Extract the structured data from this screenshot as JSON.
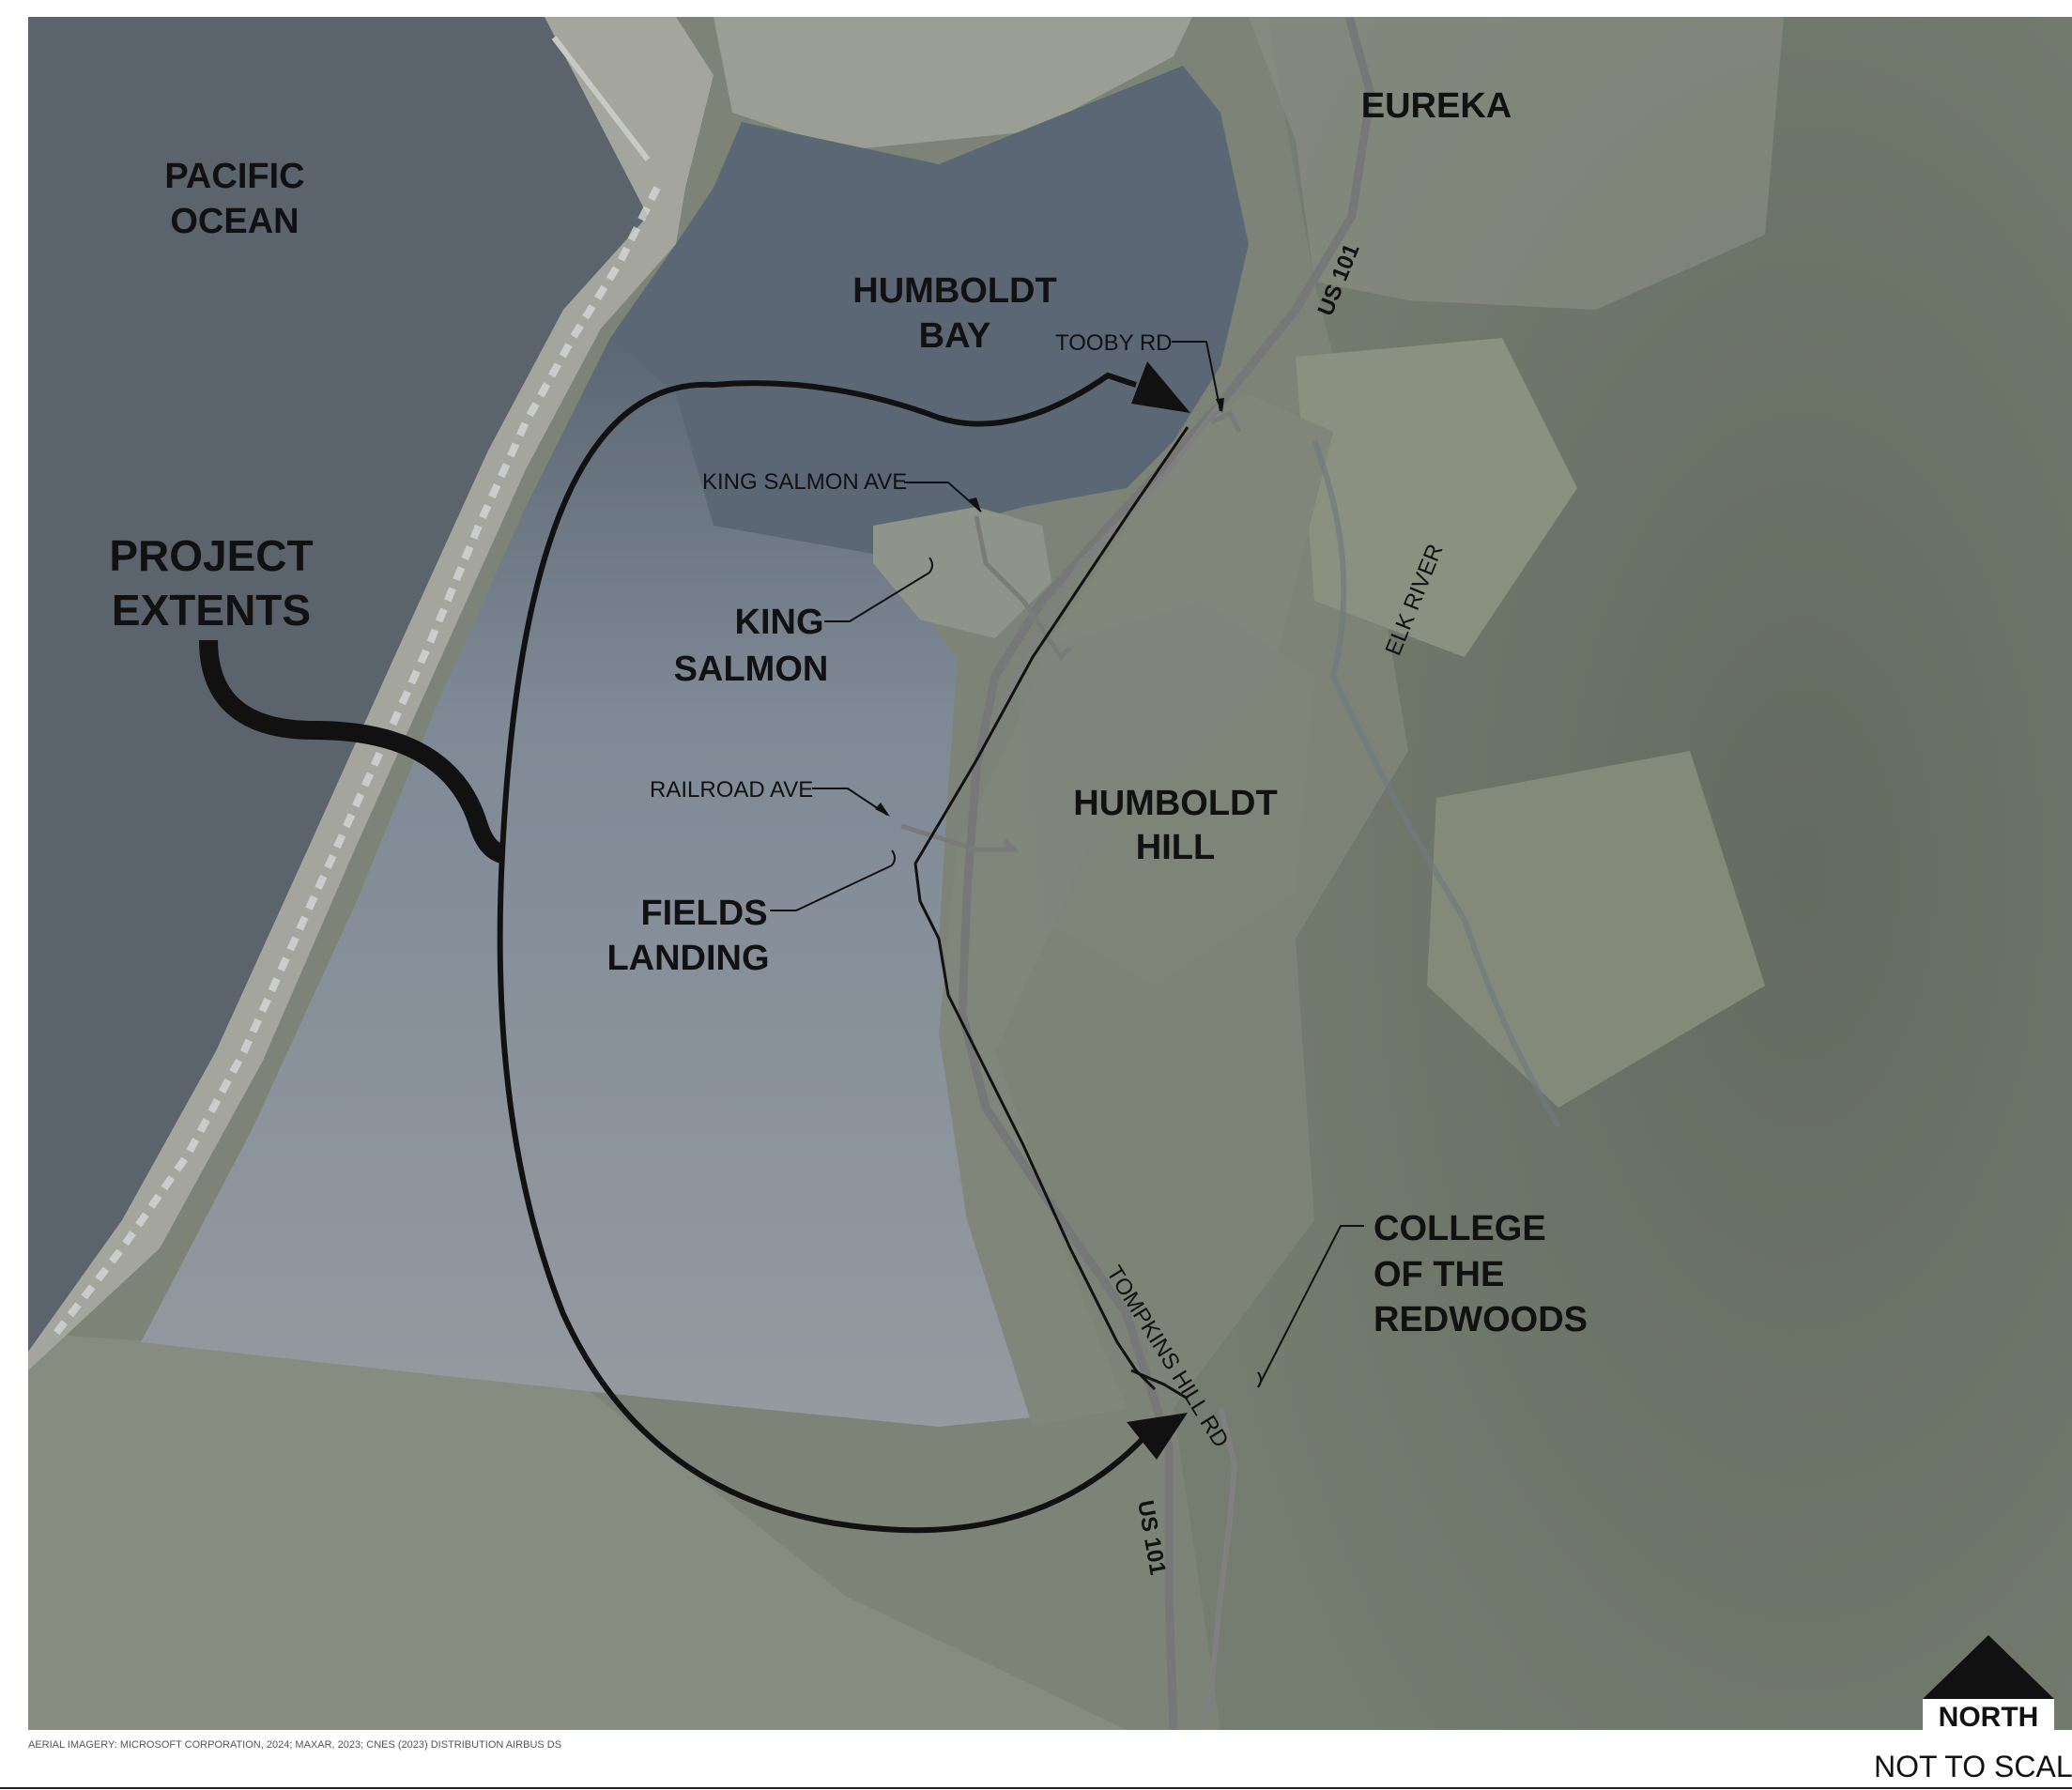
{
  "places": {
    "pacific_ocean": [
      "PACIFIC",
      "OCEAN"
    ],
    "eureka": "EUREKA",
    "humboldt_bay": [
      "HUMBOLDT",
      "BAY"
    ],
    "king_salmon": [
      "KING",
      "SALMON"
    ],
    "humboldt_hill": [
      "HUMBOLDT",
      "HILL"
    ],
    "fields_landing": [
      "FIELDS",
      "LANDING"
    ],
    "college": [
      "COLLEGE",
      "OF THE",
      "REDWOODS"
    ],
    "elk_river": "ELK RIVER",
    "project_extents": [
      "PROJECT",
      "EXTENTS"
    ]
  },
  "roads": {
    "tooby_rd": "TOOBY RD",
    "king_salmon_ave": "KING SALMON AVE",
    "railroad_ave": "RAILROAD AVE",
    "tompkins_hill_rd": "TOMPKINS HILL RD",
    "us101_north": "US 101",
    "us101_south": "US 101"
  },
  "north_arrow": "NORTH",
  "scale_note": "NOT TO SCALE",
  "credit": "AERIAL IMAGERY: MICROSOFT CORPORATION, 2024; MAXAR, 2023; CNES (2023) DISTRIBUTION AIRBUS DS",
  "colors": {
    "ocean": "#5d6670",
    "bay_north": "#5b6673",
    "bay_south": "#8d96a0",
    "spit": "#9a9d94",
    "land": "#7f8578",
    "forest": "#6a7166",
    "highway": "#7a7a7a",
    "line": "#111111"
  }
}
